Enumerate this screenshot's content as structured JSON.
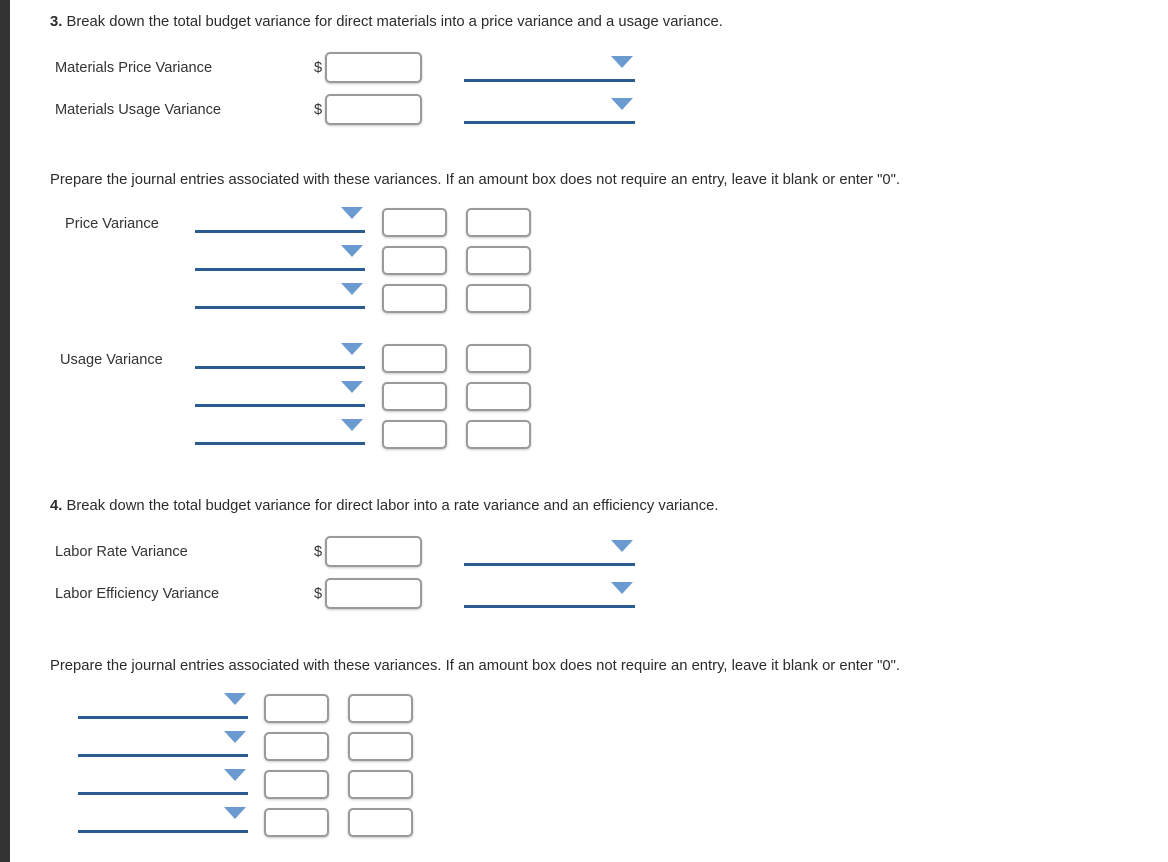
{
  "theme": {
    "page_background": "#ffffff",
    "gutter_color": "#333333",
    "text_color": "#333333",
    "dropdown_line_color": "#2a5c8f",
    "dropdown_caret_color": "#6b9ad1",
    "input_border_color": "#9a9a9a"
  },
  "question3": {
    "number": "3.",
    "text": "Break down the total budget variance for direct materials into a price variance and a usage variance.",
    "rows": [
      {
        "label": "Materials Price Variance",
        "currency": "$",
        "amount": "",
        "amount_placeholder": "",
        "dropdown_value": ""
      },
      {
        "label": "Materials Usage Variance",
        "currency": "$",
        "amount": "",
        "amount_placeholder": "",
        "dropdown_value": ""
      }
    ],
    "journal_instruction": "Prepare the journal entries associated with these variances. If an amount box does not require an entry, leave it blank or enter \"0\".",
    "journal_groups": [
      {
        "label": "Price Variance",
        "entries": [
          {
            "account_dropdown": "",
            "debit": "",
            "credit": ""
          },
          {
            "account_dropdown": "",
            "debit": "",
            "credit": ""
          },
          {
            "account_dropdown": "",
            "debit": "",
            "credit": ""
          }
        ]
      },
      {
        "label": "Usage Variance",
        "entries": [
          {
            "account_dropdown": "",
            "debit": "",
            "credit": ""
          },
          {
            "account_dropdown": "",
            "debit": "",
            "credit": ""
          },
          {
            "account_dropdown": "",
            "debit": "",
            "credit": ""
          }
        ]
      }
    ]
  },
  "question4": {
    "number": "4.",
    "text": "Break down the total budget variance for direct labor into a rate variance and an efficiency variance.",
    "rows": [
      {
        "label": "Labor Rate Variance",
        "currency": "$",
        "amount": "",
        "amount_placeholder": "",
        "dropdown_value": ""
      },
      {
        "label": "Labor Efficiency Variance",
        "currency": "$",
        "amount": "",
        "amount_placeholder": "",
        "dropdown_value": ""
      }
    ],
    "journal_instruction": "Prepare the journal entries associated with these variances. If an amount box does not require an entry, leave it blank or enter \"0\".",
    "journal_entries": [
      {
        "account_dropdown": "",
        "debit": "",
        "credit": ""
      },
      {
        "account_dropdown": "",
        "debit": "",
        "credit": ""
      },
      {
        "account_dropdown": "",
        "debit": "",
        "credit": ""
      },
      {
        "account_dropdown": "",
        "debit": "",
        "credit": ""
      }
    ]
  }
}
